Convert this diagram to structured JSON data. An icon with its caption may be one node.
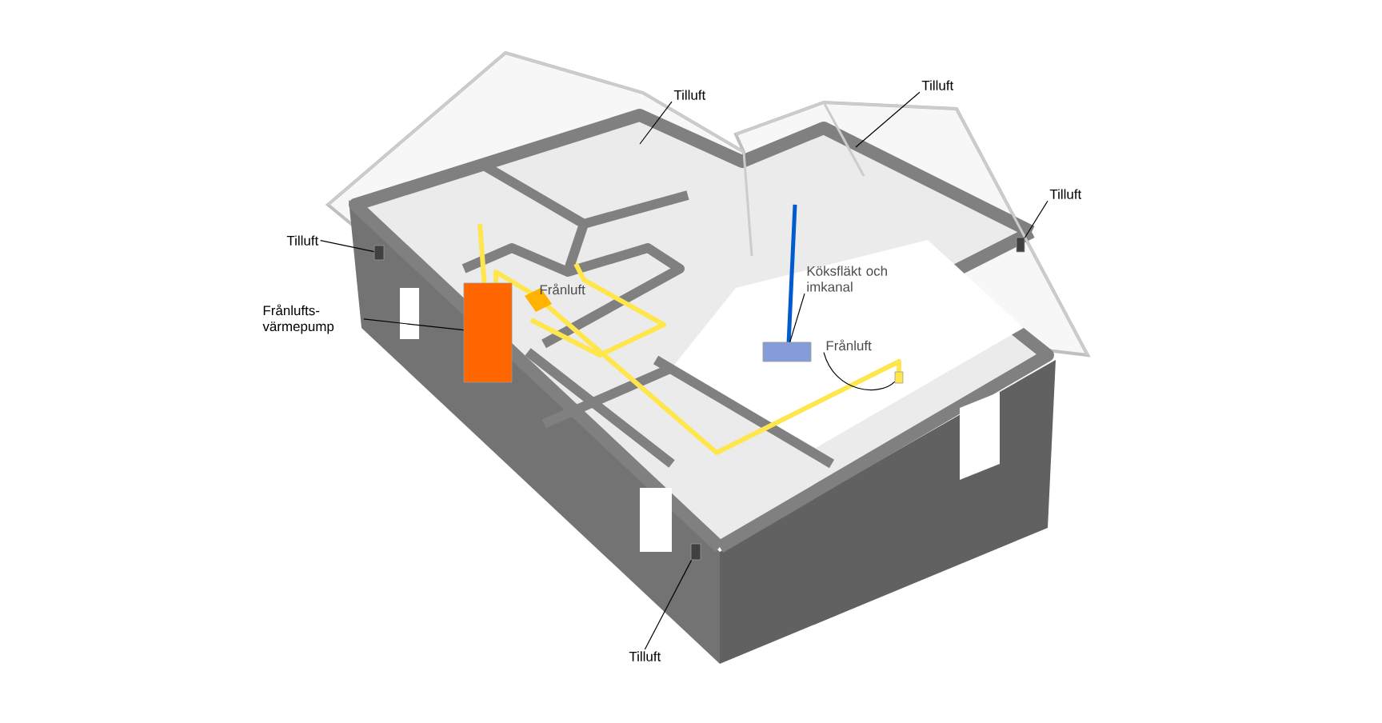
{
  "diagram": {
    "nodes": [
      {
        "text": [
          "Tilluft"
        ]
      },
      {
        "text": [
          "Tilluft"
        ]
      },
      {
        "text": [
          "Tilluft"
        ]
      },
      {
        "text": [
          "Tilluft"
        ]
      },
      {
        "text": [
          "Frånlufts- värmepump"
        ]
      },
      {
        "text": [
          "Köksfläkt och imkanal"
        ]
      },
      {
        "text": [
          "Frånluft"
        ]
      },
      {
        "text": [
          "Tilluft"
        ]
      },
      {
        "text": [],
        "shape": "box"
      },
      {
        "text": [],
        "shape": "box"
      },
      {
        "text": [],
        "shape": "box"
      },
      {
        "text": [],
        "shape": "box"
      },
      {
        "text": [],
        "shape": "box"
      },
      {
        "text": [],
        "shape": "box"
      }
    ],
    "edges": [
      {
        "from": 0,
        "to": null,
        "arrow": "none"
      },
      {
        "from": 1,
        "to": null,
        "arrow": "none"
      },
      {
        "from": 2,
        "to": 12,
        "arrow": "none"
      },
      {
        "from": 3,
        "to": 8,
        "arrow": "none"
      },
      {
        "from": 4,
        "to": 9,
        "arrow": "none"
      },
      {
        "from": 5,
        "to": 10,
        "arrow": "none"
      },
      {
        "from": 6,
        "to": 13,
        "arrow": "none"
      },
      {
        "from": 7,
        "to": 11,
        "arrow": "none"
      }
    ],
    "labels": [
      "Frånluft"
    ]
  }
}
